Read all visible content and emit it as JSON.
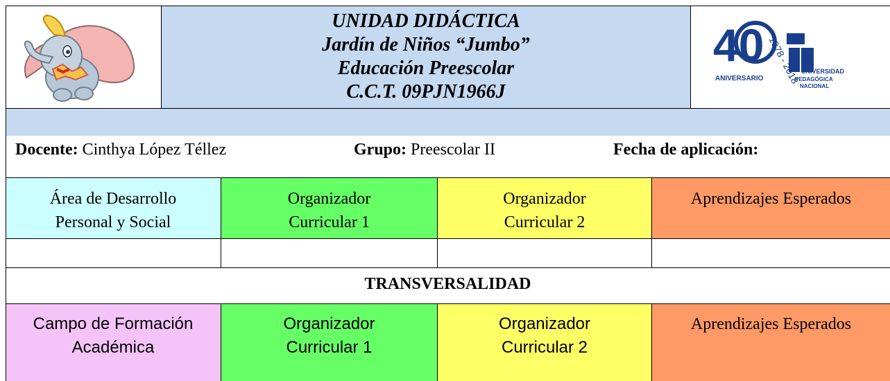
{
  "colors": {
    "header_blue": "#c5d9f1",
    "area_cyan": "#ccffff",
    "organizer_green": "#66ff66",
    "organizer_yellow": "#ffff66",
    "expected_orange": "#ff9966",
    "field_pink": "#f4c3f8"
  },
  "header": {
    "line1": "UNIDAD DIDÁCTICA",
    "line2": "Jardín de Niños “Jumbo”",
    "line3": "Educación Preescolar",
    "line4": "C.C.T. 09PJN1966J",
    "left_logo": "dumbo-elephant-illustration",
    "right_logo": {
      "big": "40",
      "years": "1978 - 2018",
      "word_left": "ANIVERSARIO",
      "word_right_1": "UNIVERSIDAD",
      "word_right_2": "PEDAGÓGICA",
      "word_right_3": "NACIONAL"
    }
  },
  "info": {
    "teacher_label": "Docente:",
    "teacher_value": "Cinthya López Téllez",
    "group_label": "Grupo:",
    "group_value": "Preescolar II",
    "date_label": "Fecha de aplicación:"
  },
  "table1": {
    "col1": [
      "Área de Desarrollo",
      "Personal y Social"
    ],
    "col2": [
      "Organizador",
      "Curricular 1"
    ],
    "col3": [
      "Organizador",
      "Curricular 2"
    ],
    "col4": [
      "Aprendizajes Esperados"
    ]
  },
  "transversality": "TRANSVERSALIDAD",
  "table2": {
    "col1": [
      "Campo de Formación",
      "Académica"
    ],
    "col2": [
      "Organizador",
      "Curricular 1"
    ],
    "col3": [
      "Organizador",
      "Curricular 2"
    ],
    "col4": [
      "Aprendizajes Esperados"
    ]
  }
}
